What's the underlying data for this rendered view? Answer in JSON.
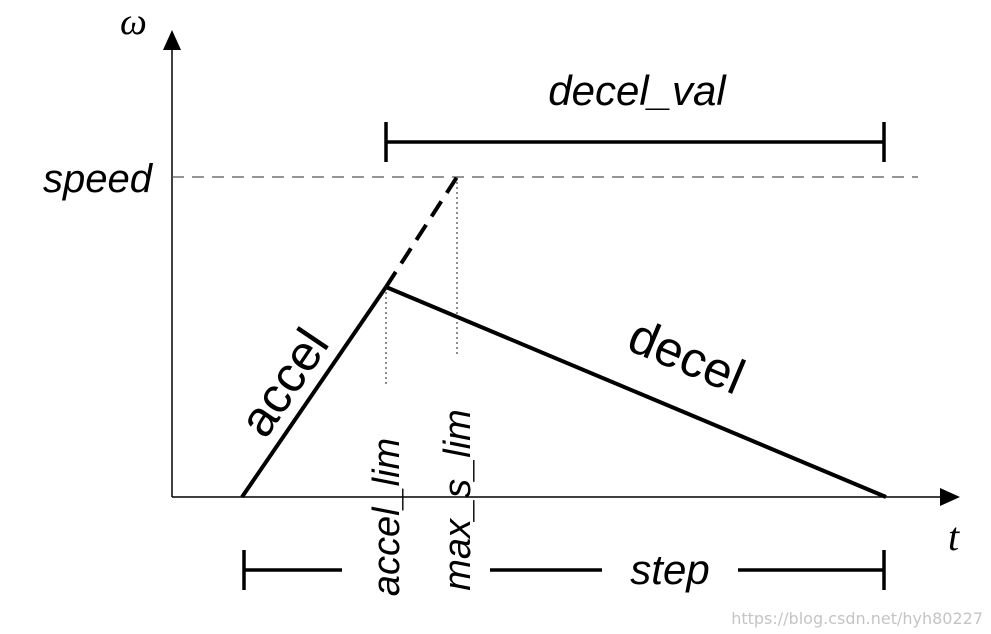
{
  "diagram": {
    "axes": {
      "y_symbol": "ω",
      "x_symbol": "t"
    },
    "labels": {
      "speed": "speed",
      "decel_val": "decel_val",
      "accel": "accel",
      "decel": "decel",
      "accel_lim": "accel_lim",
      "max_s_lim": "max_s_lim",
      "step": "step"
    },
    "watermark": "https://blog.csdn.net/hyh80227"
  }
}
